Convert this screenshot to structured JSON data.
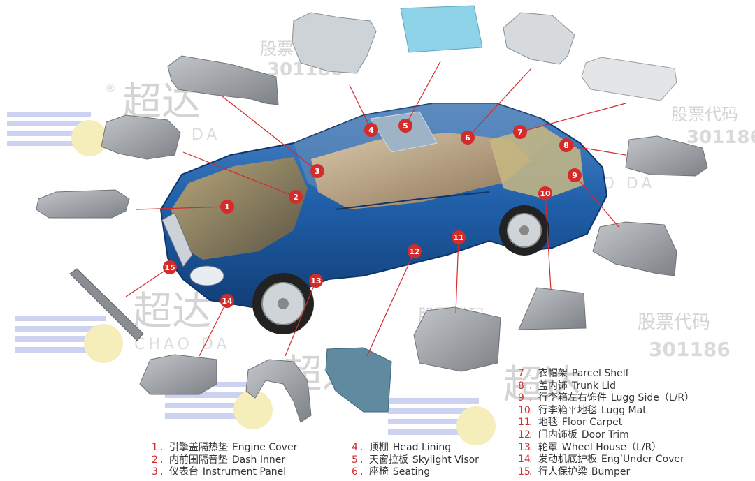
{
  "watermark": {
    "brand_cn": "超达",
    "brand_en": "CHAO DA",
    "stock_label": "股票代码",
    "stock_code": "301186",
    "registered": "®"
  },
  "colors": {
    "accent_red": "#d42b2b",
    "car_blue": "#1f5fa8",
    "part_gray": "#9a9ea3",
    "skylight_cyan": "#8fd3e8"
  },
  "parts": [
    {
      "id": "1",
      "cn": "引擎盖隔热垫",
      "en": "Engine Cover"
    },
    {
      "id": "2",
      "cn": "内前围隔音垫",
      "en": "Dash Inner"
    },
    {
      "id": "3",
      "cn": "仪表台",
      "en": "Instrument Panel"
    },
    {
      "id": "4",
      "cn": "顶棚",
      "en": "Head Lining"
    },
    {
      "id": "5",
      "cn": "天窗拉板",
      "en": "Skylight Visor"
    },
    {
      "id": "6",
      "cn": "座椅",
      "en": "Seating"
    },
    {
      "id": "7",
      "cn": "衣帽架",
      "en": "Parcel Shelf"
    },
    {
      "id": "8",
      "cn": "盖内饰",
      "en": "Trunk Lid"
    },
    {
      "id": "9",
      "cn": "行李箱左右饰件",
      "en": "Lugg Side（L/R）"
    },
    {
      "id": "10",
      "cn": "行李箱平地毯",
      "en": "Lugg Mat"
    },
    {
      "id": "11",
      "cn": "地毯",
      "en": "Floor Carpet"
    },
    {
      "id": "12",
      "cn": "门内饰板",
      "en": "Door Trim"
    },
    {
      "id": "13",
      "cn": "轮罩",
      "en": "Wheel House（L/R）"
    },
    {
      "id": "14",
      "cn": "发动机底护板",
      "en": "Eng’Under Cover"
    },
    {
      "id": "15",
      "cn": "行人保护梁",
      "en": "Bumper"
    }
  ]
}
